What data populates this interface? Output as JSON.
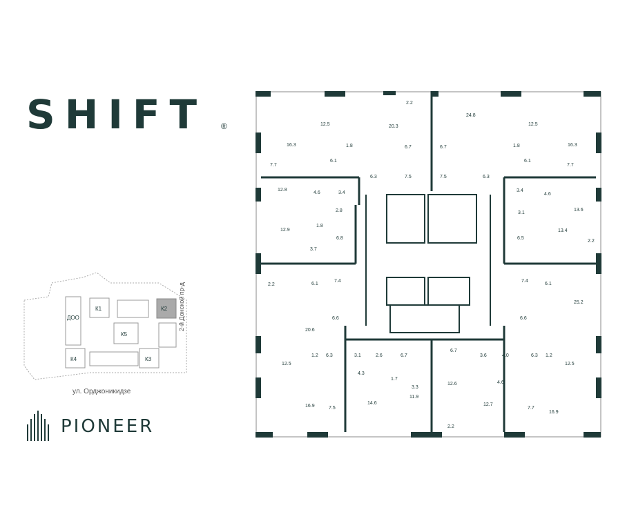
{
  "brand": {
    "logo": "SHIFT",
    "reg_mark": "®",
    "developer": "PIONEER"
  },
  "site_map": {
    "buildings": [
      {
        "label": "ДОО"
      },
      {
        "label": "К1"
      },
      {
        "label": "К2"
      },
      {
        "label": "К5"
      },
      {
        "label": "К4"
      },
      {
        "label": "К3"
      }
    ],
    "highlighted": "К2",
    "street_bottom": "ул. Орджоникидзе",
    "street_right": "2-й Донской пр-д"
  },
  "floor_plan": {
    "areas": [
      {
        "v": "12.5"
      },
      {
        "v": "20.3"
      },
      {
        "v": "2.2"
      },
      {
        "v": "24.8"
      },
      {
        "v": "12.5"
      },
      {
        "v": "16.3"
      },
      {
        "v": "1.8"
      },
      {
        "v": "6.7"
      },
      {
        "v": "6.7"
      },
      {
        "v": "1.8"
      },
      {
        "v": "16.3"
      },
      {
        "v": "7.7"
      },
      {
        "v": "6.1"
      },
      {
        "v": "6.3"
      },
      {
        "v": "7.5"
      },
      {
        "v": "7.5"
      },
      {
        "v": "6.3"
      },
      {
        "v": "6.1"
      },
      {
        "v": "7.7"
      },
      {
        "v": "12.8"
      },
      {
        "v": "4.6"
      },
      {
        "v": "3.4"
      },
      {
        "v": "3.4"
      },
      {
        "v": "4.6"
      },
      {
        "v": "13.6"
      },
      {
        "v": "2.8"
      },
      {
        "v": "3.1"
      },
      {
        "v": "12.9"
      },
      {
        "v": "1.8"
      },
      {
        "v": "13.4"
      },
      {
        "v": "3.7"
      },
      {
        "v": "6.8"
      },
      {
        "v": "6.5"
      },
      {
        "v": "2.2"
      },
      {
        "v": "2.2"
      },
      {
        "v": "6.1"
      },
      {
        "v": "7.4"
      },
      {
        "v": "7.4"
      },
      {
        "v": "6.1"
      },
      {
        "v": "25.2"
      },
      {
        "v": "6.6"
      },
      {
        "v": "6.6"
      },
      {
        "v": "20.6"
      },
      {
        "v": "1.2"
      },
      {
        "v": "6.3"
      },
      {
        "v": "3.1"
      },
      {
        "v": "2.6"
      },
      {
        "v": "6.7"
      },
      {
        "v": "6.7"
      },
      {
        "v": "3.6"
      },
      {
        "v": "4.0"
      },
      {
        "v": "6.3"
      },
      {
        "v": "1.2"
      },
      {
        "v": "12.5"
      },
      {
        "v": "4.3"
      },
      {
        "v": "1.7"
      },
      {
        "v": "3.3"
      },
      {
        "v": "12.6"
      },
      {
        "v": "4.6"
      },
      {
        "v": "12.5"
      },
      {
        "v": "16.9"
      },
      {
        "v": "14.6"
      },
      {
        "v": "11.9"
      },
      {
        "v": "12.7"
      },
      {
        "v": "16.9"
      },
      {
        "v": "7.5"
      },
      {
        "v": "7.7"
      },
      {
        "v": "2.2"
      }
    ]
  }
}
